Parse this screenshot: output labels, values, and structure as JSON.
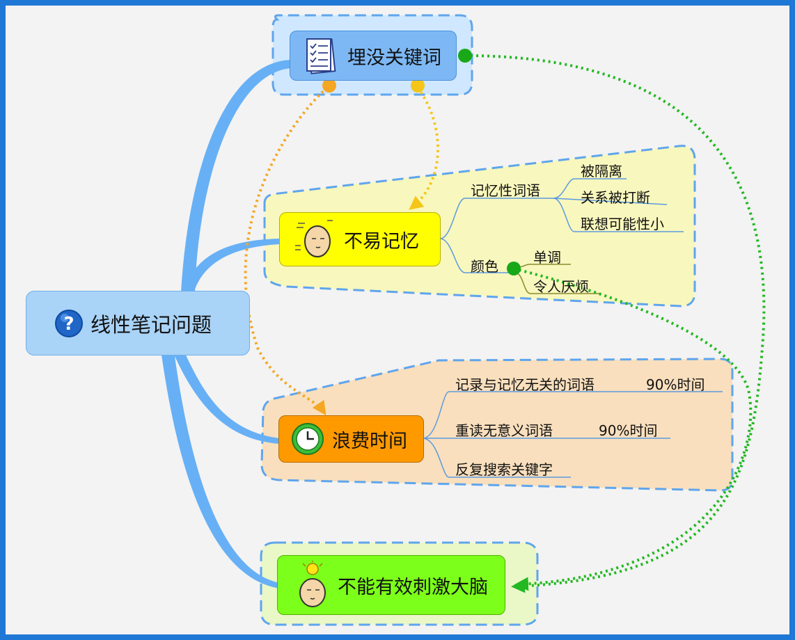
{
  "central": {
    "label": "线性笔记问题",
    "icon": "question-icon"
  },
  "topics": [
    {
      "label": "埋没关键词",
      "icon": "checklist-icon",
      "color": "#7db8f5"
    },
    {
      "label": "不易记忆",
      "icon": "thinking-head-icon",
      "color": "#ffff00",
      "children": [
        {
          "label": "记忆性词语",
          "children": [
            "被隔离",
            "关系被打断",
            "联想可能性小"
          ]
        },
        {
          "label": "颜色",
          "children": [
            "单调",
            "令人厌烦"
          ]
        }
      ]
    },
    {
      "label": "浪费时间",
      "icon": "clock-icon",
      "color": "#ff9900",
      "children": [
        {
          "label": "记录与记忆无关的词语",
          "note": "90%时间"
        },
        {
          "label": "重读无意义词语",
          "note": "90%时间"
        },
        {
          "label": "反复搜索关键字"
        }
      ]
    },
    {
      "label": "不能有效刺激大脑",
      "icon": "lightbulb-head-icon",
      "color": "#7cff1a"
    }
  ],
  "colors": {
    "frame": "#1f77d6",
    "branch": "#67b0f5",
    "boundary_dash": "#5fa5ec",
    "arrow_orange": "#f5a623",
    "arrow_yellow": "#f5c518",
    "arrow_green": "#22b822"
  }
}
